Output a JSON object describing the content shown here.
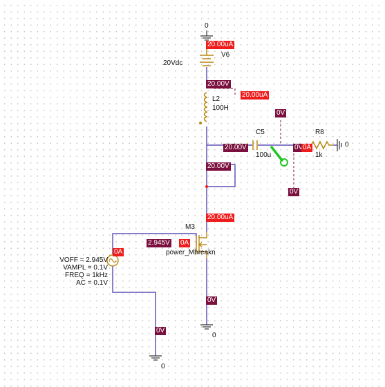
{
  "components": {
    "V6": {
      "name": "V6",
      "value": "20Vdc"
    },
    "L2": {
      "name": "L2",
      "value": "100H"
    },
    "C5": {
      "name": "C5",
      "value": "100u"
    },
    "R8": {
      "name": "R8",
      "value": "1k"
    },
    "M3": {
      "name": "M3",
      "model": "power_Mbreakn"
    },
    "VSIN": {
      "voff": "VOFF = 2.945V",
      "vampl": "VAMPL = 0.1V",
      "freq": "FREQ = 1kHz",
      "ac": "AC = 0.1V"
    }
  },
  "grounds": {
    "top": "0",
    "m3_source": "0",
    "vsin": "0",
    "r8": "0"
  },
  "markers": {
    "v_current_top": "20.00uA",
    "v_voltage_top": "20.00V",
    "l2_current": "20.00uA",
    "probe_top": "0V",
    "c5_left": "20.00V",
    "c5_right": "0V",
    "r8_current": "0A",
    "node_voltage": "20.00V",
    "probe_bottom": "0V",
    "drain_current": "20.00uA",
    "gate_voltage": "2.945V",
    "gate_current": "0A",
    "vsin_current": "0A",
    "source_voltage": "0V",
    "vsin_bottom_voltage": "0V"
  },
  "colors": {
    "wire": "#3c2ea8",
    "component": "#b8860b",
    "voltage_marker": "#7b0f3d",
    "current_marker": "#ee1c1c",
    "probe_highlight": "#21c521"
  }
}
